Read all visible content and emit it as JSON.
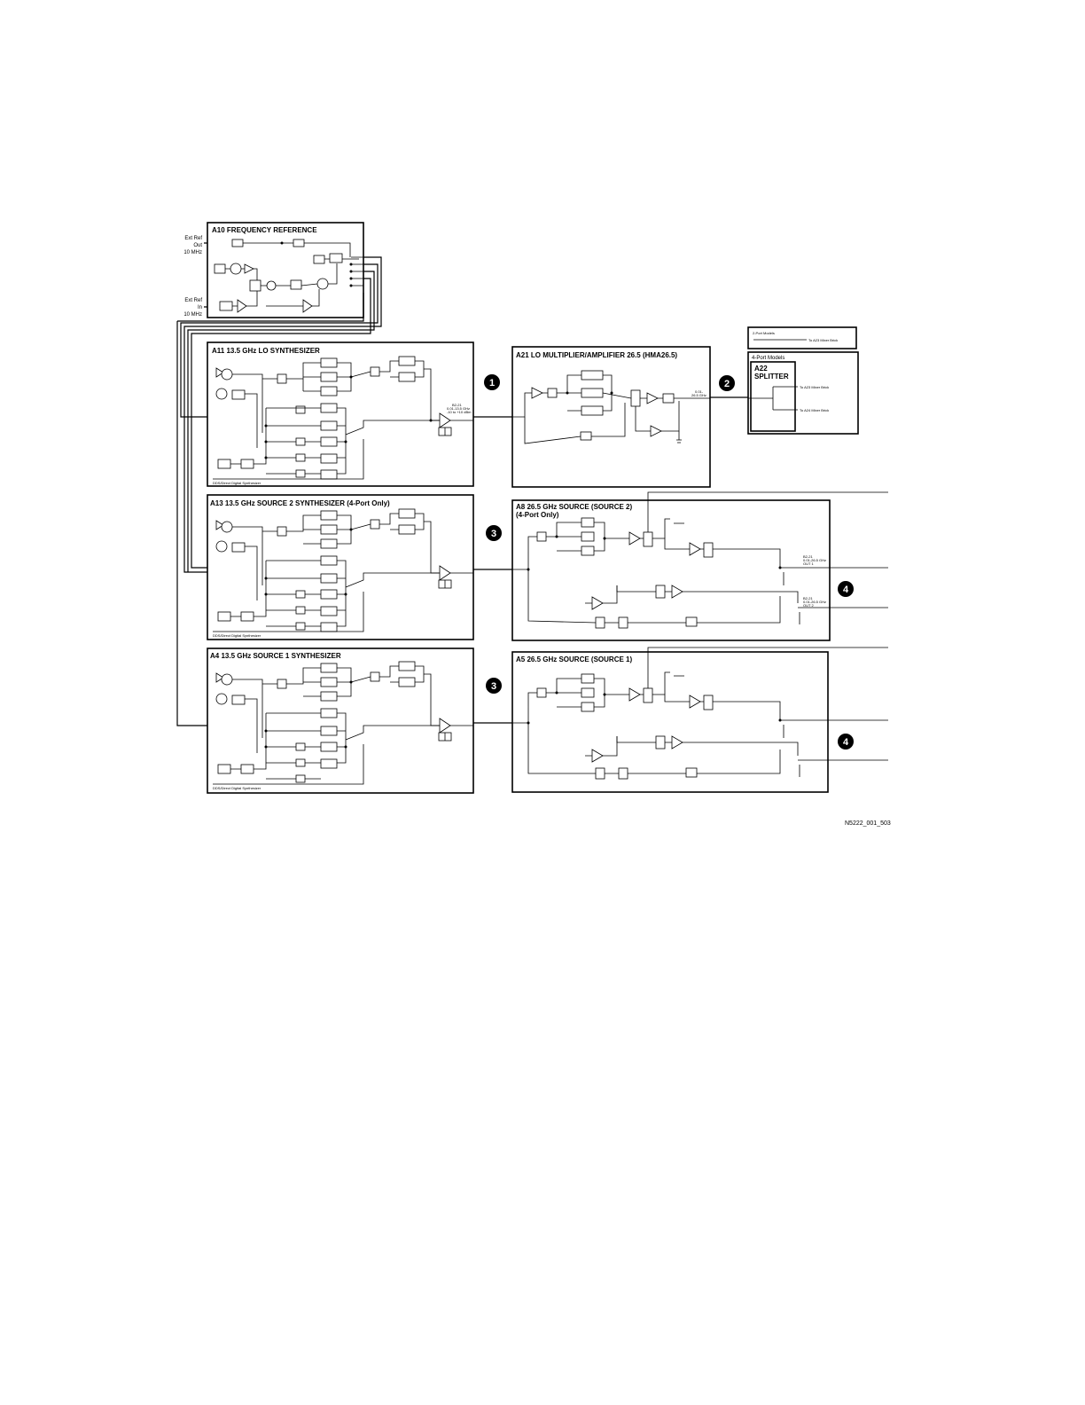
{
  "ext": {
    "ref_out": [
      "Ext Ref",
      "Out",
      "10 MHz"
    ],
    "ref_in": [
      "Ext Ref",
      "In",
      "10 MHz"
    ]
  },
  "modules": {
    "a10": "A10  FREQUENCY REFERENCE",
    "a11": "A11 13.5 GHz LO SYNTHESIZER",
    "a13": "A13 13.5 GHz SOURCE 2 SYNTHESIZER (4-Port Only)",
    "a4": "A4 13.5 GHz SOURCE 1 SYNTHESIZER",
    "a21": "A21  LO MULTIPLIER/AMPLIFIER 26.5 (HMA26.5)",
    "a8_line1": "A8 26.5 GHz SOURCE (SOURCE 2)",
    "a8_line2": "(4-Port Only)",
    "a5": "A5 26.5 GHz SOURCE (SOURCE 1)"
  },
  "splitter": {
    "two_port_label": "2-Port Models",
    "two_port_dest": "To A23 Mixer Brick",
    "four_port_label": "4-Port Models",
    "name_line1": "A22",
    "name_line2": "SPLITTER",
    "out1": "To A23 Mixer Brick",
    "out2": "To A24 Mixer Brick"
  },
  "callouts": [
    "1",
    "2",
    "3",
    "3",
    "4",
    "4"
  ],
  "figure_id": "N5222_001_503",
  "small_labels": {
    "synth_footer": "DDS/Direct Digital Synthesizer",
    "a11_out": [
      "B2-21",
      "0.01-13.5 GHz",
      "-10 to +10 dBm"
    ],
    "a21_out": [
      "0.01-",
      "26.5 GHz"
    ],
    "a8_out1": [
      "B2-21",
      "0.01-26.5 GHz",
      "OUT 1"
    ],
    "a8_out2": [
      "B2-21",
      "0.01-26.5 GHz",
      "OUT 2"
    ]
  },
  "colors": {
    "line": "#000000",
    "background": "#ffffff",
    "callout_fill": "#000000"
  }
}
